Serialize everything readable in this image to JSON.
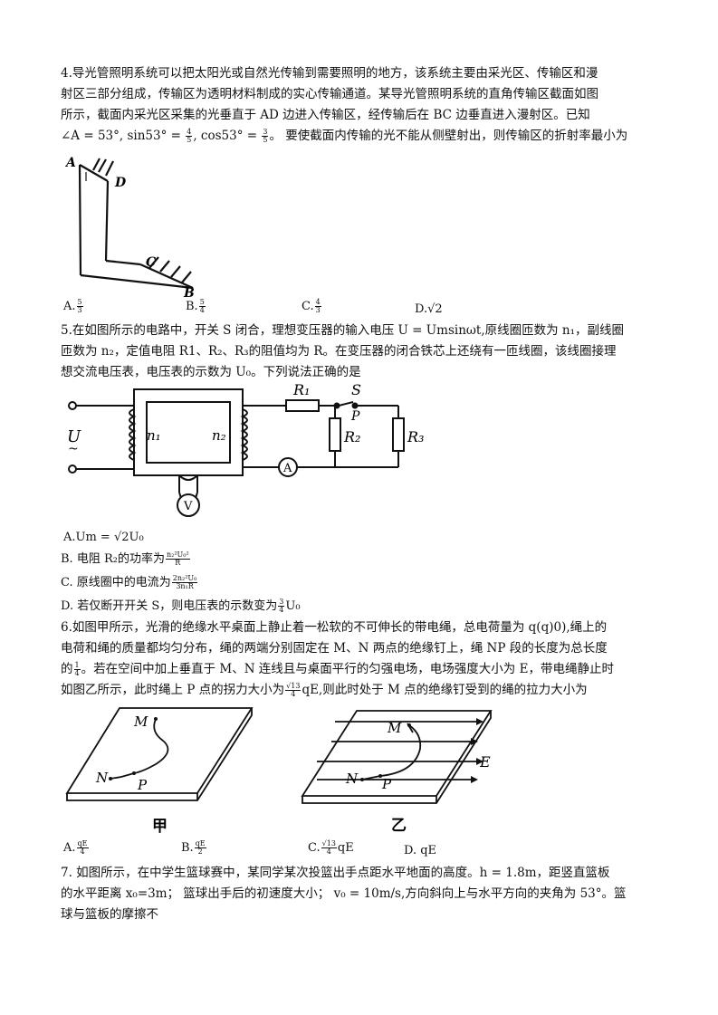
{
  "q4": {
    "l1": "4.导光管照明系统可以把太阳光或自然光传输到需要照明的地方，该系统主要由采光区、传输区和漫",
    "l2": "射区三部分组成，传输区为透明材料制成的实心传输通道。某导光管照明系统的直角传输区截面如图",
    "l3": "所示，截面内采光区采集的光垂直于 AD 边进入传输区，经传输后在 BC 边垂直进入漫射区。已知",
    "l4a": "∠A = 53°, sin53° = ",
    "sin_n": "4",
    "sin_d": "5",
    "l4b": ", cos53° = ",
    "cos_n": "3",
    "cos_d": "5",
    "l4c": "。 要使截面内传输的光不能从侧壁射出，则传输区的折射率最小为",
    "fig": {
      "A": "A",
      "D": "D",
      "C": "C",
      "B": "B"
    },
    "options": {
      "a_pre": "A.",
      "a_n": "5",
      "a_d": "3",
      "b_pre": "B.",
      "b_n": "5",
      "b_d": "4",
      "c_pre": "C.",
      "c_n": "4",
      "c_d": "3",
      "d": "D.√2"
    }
  },
  "q5": {
    "l1": "5.在如图所示的电路中，开关 S 闭合，理想变压器的输入电压 U = Umsinωt,原线圈匝数为  n₁，副线圈",
    "l2": "匝数为 n₂，定值电阻 R1、R₂、R₃的阻值均为 R。在变压器的闭合铁芯上还绕有一匝线圈，该线圈接理",
    "l3": "想交流电压表，电压表的示数为 U₀。下列说法正确的是",
    "fig": {
      "R1": "R₁",
      "S": "S",
      "P": "P",
      "R2": "R₂",
      "R3": "R₃",
      "n1": "n₁",
      "n2": "n₂",
      "U": "U",
      "A": "A",
      "V": "V"
    },
    "options": {
      "a": "A.Um = √2U₀",
      "b_pre": "B. 电阻 R₂的功率为",
      "b_n": "n₂²U₀²",
      "b_d": "R",
      "c_pre": "C.  原线圈中的电流为",
      "c_n": "2n₂²U₀",
      "c_d": "3n₁R",
      "d_pre": "D.  若仅断开开关 S，则电压表的示数变为",
      "d_n": "3",
      "d_d": "4",
      "d_post": "U₀"
    }
  },
  "q6": {
    "l1": "6.如图甲所示，光滑的绝缘水平桌面上静止着一松软的不可伸长的带电绳，总电荷量为 q(q)0),绳上的",
    "l2": "电荷和绳的质量都均匀分布，绳的两端分别固定在 M、N 两点的绝缘钉上，绳 NP 段的长度为总长度",
    "l3a": "的",
    "l3_n": "1",
    "l3_d": "4",
    "l3b": "。若在空间中加上垂直于 M、N 连线且与桌面平行的匀强电场，电场强度大小为 E，带电绳静止时",
    "l4a": "如图乙所示，此时绳上 P 点的拐力大小为",
    "l4_n": "√13",
    "l4_d": "4",
    "l4b": "qE,则此时处于 M 点的绝缘钉受到的绳的拉力大小为",
    "fig": {
      "M1": "M",
      "N1": "N",
      "P1": "P",
      "M2": "M",
      "N2": "N",
      "P2": "P",
      "E": "E",
      "cap1": "甲",
      "cap2": "乙"
    },
    "options": {
      "a_pre": "A.",
      "a_n": "qE",
      "a_d": "4",
      "b_pre": "B.",
      "b_n": "qE",
      "b_d": "2",
      "c_pre": "C.",
      "c_n": "√13",
      "c_d": "4",
      "c_post": "qE",
      "d": "D.  qE"
    }
  },
  "q7": {
    "l1": "7.  如图所示，在中学生篮球赛中，某同学某次投篮出手点距水平地面的高度。h = 1.8m，距竖直篮板",
    "l2": "的水平距离  x₀=3m；  篮球出手后的初速度大小；  v₀ = 10m/s,方向斜向上与水平方向的夹角为 53°。篮",
    "l3": "球与篮板的摩擦不"
  }
}
